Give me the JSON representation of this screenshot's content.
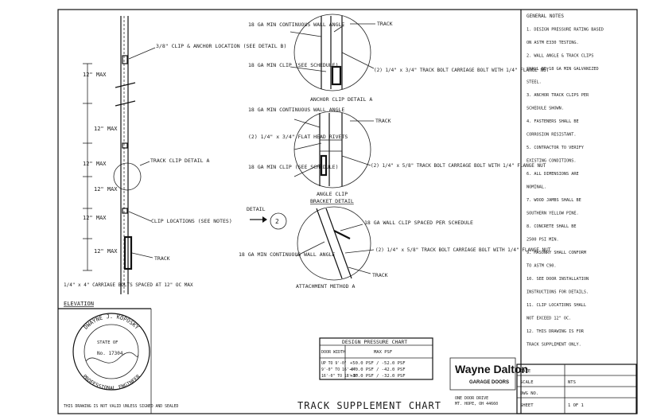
{
  "title_block": {
    "main_title": "TRACK SUPPLEMENT CHART",
    "company_name": "Wayne Dalton",
    "company_sub": "GARAGE DOORS",
    "company_address_lines": [
      "ONE DOOR DRIVE",
      "MT. HOPE, OH 44660"
    ]
  },
  "elevation": {
    "dims": [
      "12\" MAX",
      "12\" MAX",
      "12\" MAX",
      "12\" MAX",
      "12\" MAX",
      "12\" MAX"
    ],
    "callouts": {
      "clip_location": "3/8\" CLIP & ANCHOR LOCATION (SEE DETAIL B)",
      "track_clip": "TRACK CLIP DETAIL A",
      "clip_locations": "CLIP LOCATIONS (SEE NOTES)",
      "track": "TRACK",
      "note_bottom": "1/4\" x 4\" CARRIAGE BOLTS SPACED AT 12\" OC MAX",
      "elevation_label": "ELEVATION"
    }
  },
  "details": {
    "detail_a": {
      "label": "ANCHOR CLIP DETAIL A",
      "callouts": [
        "18 GA MIN CONTINUOUS WALL ANGLE",
        "TRACK",
        "18 GA MIN CLIP (SEE SCHEDULE)",
        "(2) 1/4\" x 3/4\" TRACK BOLT CARRIAGE BOLT WITH 1/4\" FLANGE NUT"
      ]
    },
    "detail_b": {
      "label": "ANGLE CLIP",
      "sublabel": "BRACKET DETAIL",
      "callouts": [
        "18 GA MIN CONTINUOUS WALL ANGLE",
        "TRACK",
        "(2) 1/4\" x 3/4\" FLAT HEAD RIVETS",
        "18 GA MIN CLIP (SEE SCHEDULE)",
        "(2) 1/4\" x 5/8\" TRACK BOLT CARRIAGE BOLT WITH 1/4\" FLANGE NUT"
      ]
    },
    "detail_c": {
      "label": "ATTACHMENT METHOD A",
      "section_tag": "DETAIL",
      "callouts": [
        "18 GA WALL CLIP SPACED PER SCHEDULE",
        "18 GA MIN CONTINUOUS WALL ANGLE",
        "(2) 1/4\" x 5/8\" TRACK BOLT CARRIAGE BOLT WITH 1/4\" FLANGE NUT",
        "TRACK"
      ]
    }
  },
  "pressure_chart": {
    "title": "DESIGN PRESSURE CHART",
    "col_headers": [
      "DOOR WIDTH",
      "MAX PSF"
    ],
    "rows": [
      {
        "width": "UP TO 9'-0\"",
        "value": "+50.0 PSF / -52.0 PSF"
      },
      {
        "width": "9'-0\" TO 16'-0\"",
        "value": "+40.0 PSF / -42.0 PSF"
      },
      {
        "width": "16'-0\" TO 18'-0\"",
        "value": "+30.0 PSF / -32.0 PSF"
      }
    ]
  },
  "seal": {
    "name": "DWAYNE J. KOPOSKY",
    "state": "STATE OF",
    "number": "No. 17304",
    "ring_text": "PROFESSIONAL ENGINEER",
    "note": "THIS DRAWING IS NOT VALID UNLESS SIGNED AND SEALED"
  },
  "notes": [
    "GENERAL NOTES",
    "1. DESIGN PRESSURE RATING BASED",
    "ON ASTM E330 TESTING.",
    "2. WALL ANGLE & TRACK CLIPS",
    "SHALL BE 18 GA MIN GALVANIZED",
    "STEEL.",
    "3. ANCHOR TRACK CLIPS PER",
    "SCHEDULE SHOWN.",
    "4. FASTENERS SHALL BE",
    "CORROSION RESISTANT.",
    "5. CONTRACTOR TO VERIFY",
    "EXISTING CONDITIONS.",
    "6. ALL DIMENSIONS ARE",
    "NOMINAL.",
    "7. WOOD JAMBS SHALL BE",
    "SOUTHERN YELLOW PINE.",
    "8. CONCRETE SHALL BE",
    "2500 PSI MIN.",
    "9. MASONRY SHALL CONFORM",
    "TO ASTM C90.",
    "10. SEE DOOR INSTALLATION",
    "INSTRUCTIONS FOR DETAILS.",
    "11. CLIP LOCATIONS SHALL",
    "NOT EXCEED 12\" OC.",
    "12. THIS DRAWING IS FOR",
    "TRACK SUPPLEMENT ONLY."
  ],
  "title_table": {
    "rows": [
      "DATE",
      "SCALE",
      "DWG NO.",
      "SHEET"
    ],
    "values": [
      "",
      "NTS",
      "",
      "1 OF 1"
    ]
  }
}
